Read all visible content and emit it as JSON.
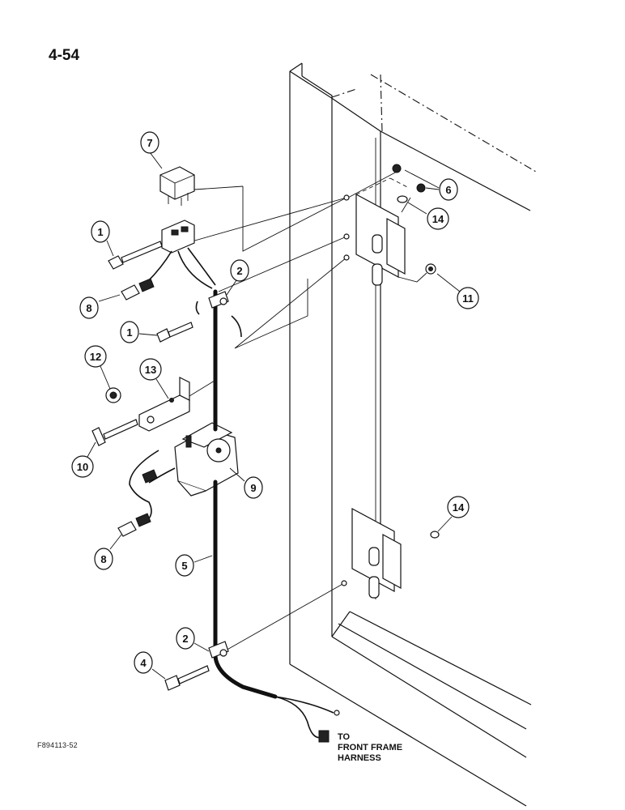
{
  "page": {
    "number": "4-54",
    "figure_code": "F894113-52"
  },
  "note": {
    "line1": "TO",
    "line2": "FRONT FRAME",
    "line3": "HARNESS"
  },
  "callouts": [
    {
      "id": "c7",
      "label": "7"
    },
    {
      "id": "c1a",
      "label": "1"
    },
    {
      "id": "c2a",
      "label": "2"
    },
    {
      "id": "c8a",
      "label": "8"
    },
    {
      "id": "c1b",
      "label": "1"
    },
    {
      "id": "c12",
      "label": "12"
    },
    {
      "id": "c13",
      "label": "13"
    },
    {
      "id": "c10",
      "label": "10"
    },
    {
      "id": "c9",
      "label": "9"
    },
    {
      "id": "c8b",
      "label": "8"
    },
    {
      "id": "c5",
      "label": "5"
    },
    {
      "id": "c2b",
      "label": "2"
    },
    {
      "id": "c4",
      "label": "4"
    },
    {
      "id": "c6",
      "label": "6"
    },
    {
      "id": "c14a",
      "label": "14"
    },
    {
      "id": "c11",
      "label": "11"
    },
    {
      "id": "c14b",
      "label": "14"
    }
  ]
}
